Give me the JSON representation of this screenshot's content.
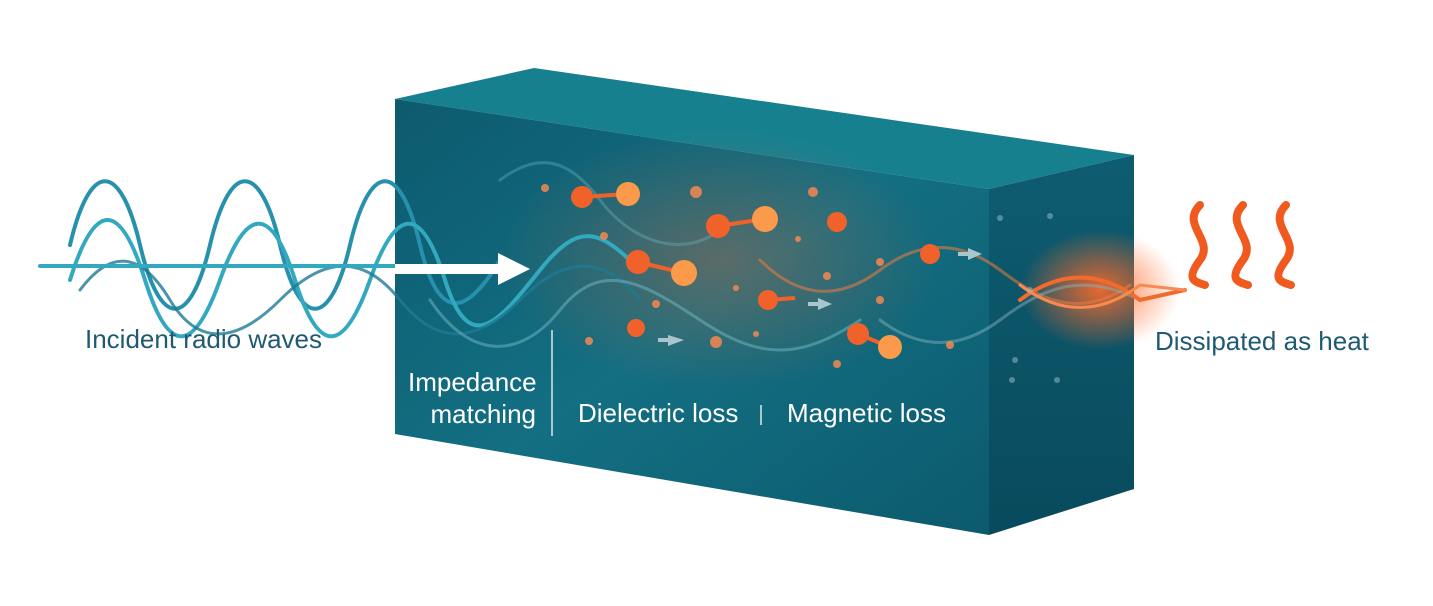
{
  "labels": {
    "incident": "Incident radio waves",
    "dissipated": "Dissipated as heat",
    "impedance_line1": "Impedance",
    "impedance_line2": "matching",
    "dielectric": "Dielectric loss",
    "magnetic": "Magnetic loss"
  },
  "colors": {
    "wave": "#2a9cb5",
    "block_front": "#0f6275",
    "block_top": "#17808f",
    "block_side": "#0b5266",
    "particle": "#f0622a",
    "heat": "#f05a1e",
    "text_dark": "#1f5a72"
  },
  "icons": [
    "wave-icon",
    "arrow-icon",
    "molecule-icon",
    "heat-icon"
  ]
}
